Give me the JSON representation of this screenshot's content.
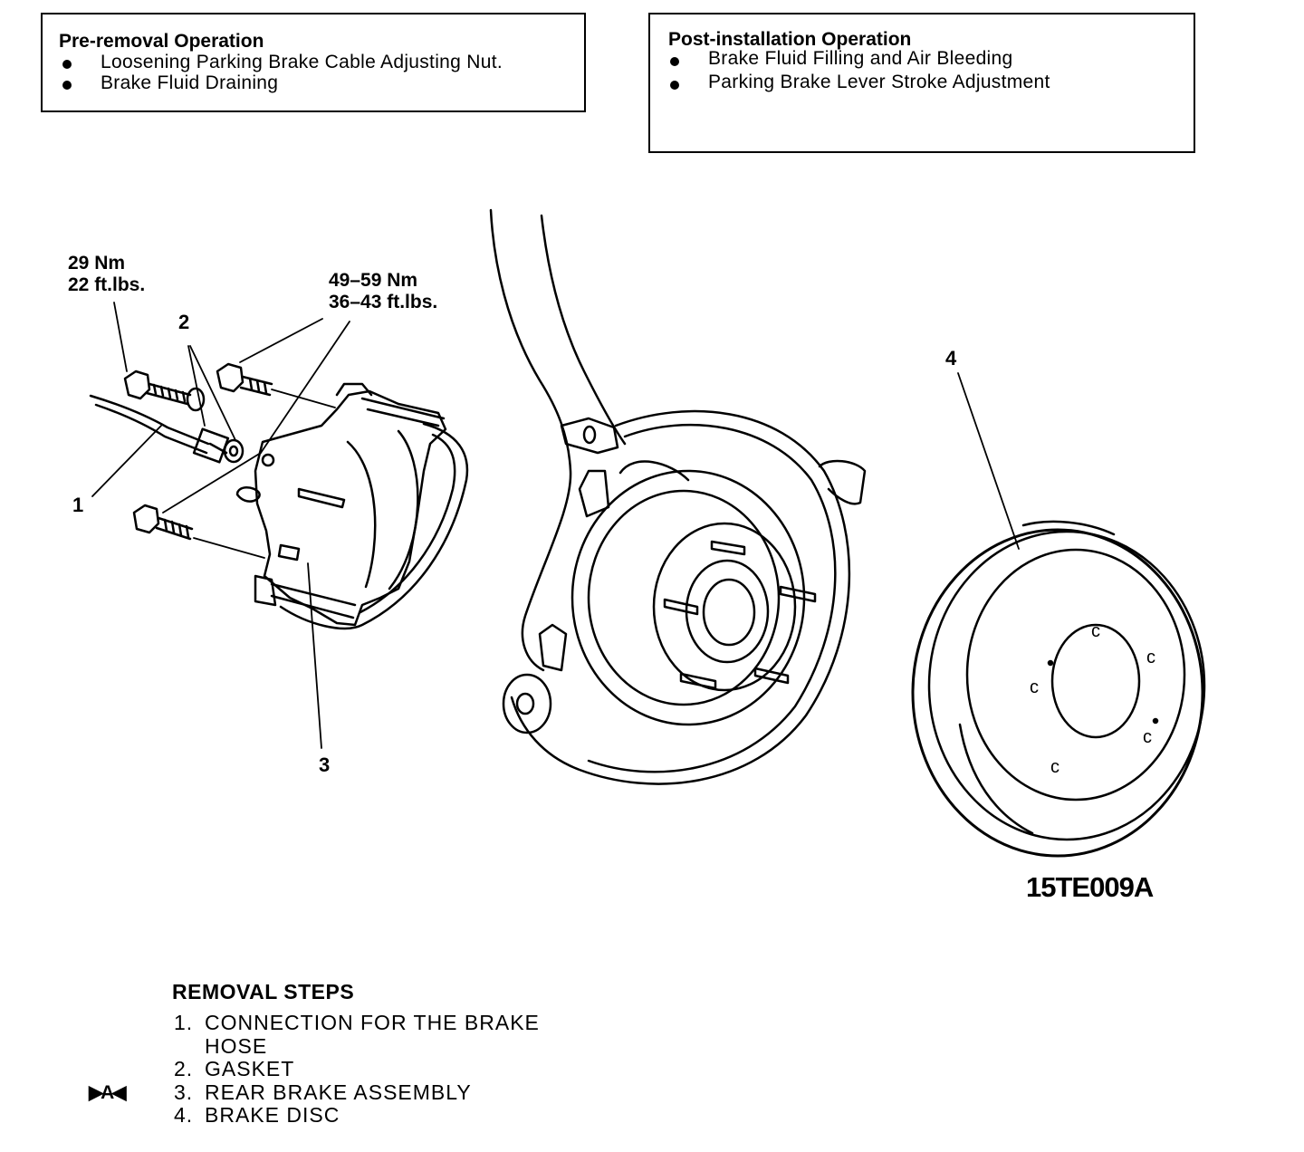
{
  "pre_removal": {
    "title": "Pre-removal Operation",
    "items": [
      "Loosening Parking Brake Cable Adjusting Nut.",
      "Brake Fluid Draining"
    ]
  },
  "post_installation": {
    "title": "Post-installation Operation",
    "items": [
      "Brake Fluid Filling and Air Bleeding",
      "Parking Brake Lever Stroke Adjustment"
    ]
  },
  "torque_specs": [
    {
      "nm": "29 Nm",
      "ftlbs": "22 ft.lbs."
    },
    {
      "nm": "49–59 Nm",
      "ftlbs": "36–43 ft.lbs."
    }
  ],
  "callouts": [
    "1",
    "2",
    "3",
    "4"
  ],
  "figure_code": "15TE009A",
  "removal_steps": {
    "heading": "REMOVAL STEPS",
    "steps": [
      {
        "num": "1.",
        "text": "CONNECTION FOR THE BRAKE",
        "continuation": "HOSE"
      },
      {
        "num": "2.",
        "text": "GASKET"
      },
      {
        "num": "3.",
        "text": "REAR BRAKE ASSEMBLY",
        "marker": "▶A◀"
      },
      {
        "num": "4.",
        "text": "BRAKE DISC"
      }
    ]
  }
}
